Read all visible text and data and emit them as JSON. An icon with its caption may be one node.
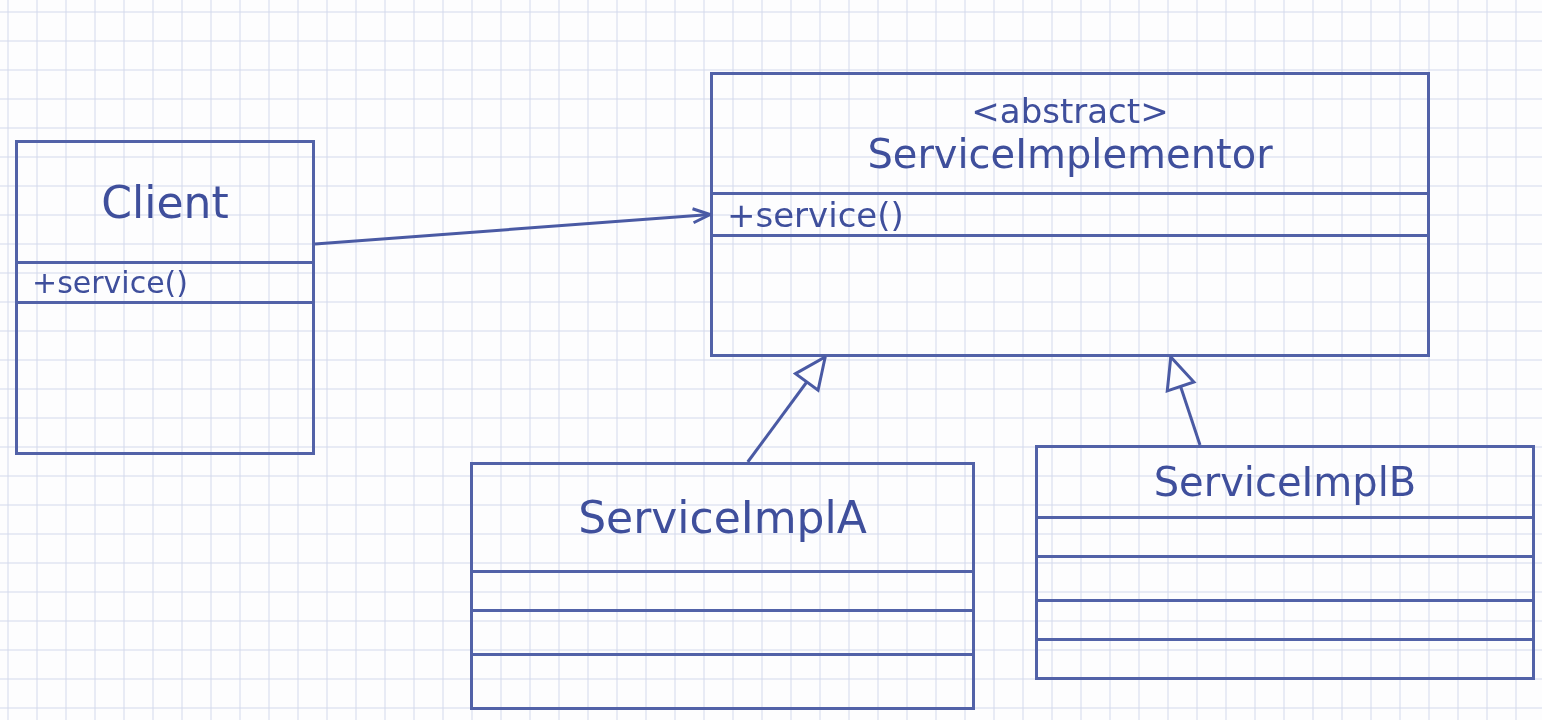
{
  "diagram": {
    "nodes": [
      {
        "text": [
          "Client",
          "+service()"
        ]
      },
      {
        "text": [
          "<abstract>",
          "ServiceImplementor",
          "+service()"
        ]
      },
      {
        "text": [
          "ServiceImplA"
        ]
      },
      {
        "text": [
          "ServiceImplB"
        ]
      }
    ],
    "edges": [
      {
        "from": 0,
        "to": 1,
        "arrow": "to"
      },
      {
        "from": 2,
        "to": 1,
        "arrow": "to"
      },
      {
        "from": 3,
        "to": 1,
        "arrow": "to"
      }
    ]
  }
}
